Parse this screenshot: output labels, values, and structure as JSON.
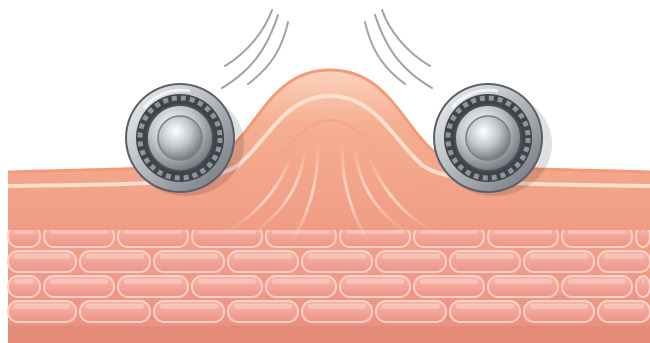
{
  "illustration": {
    "subject": "skin-lift-massage-rollers",
    "roller_count": 2,
    "cell_rows": 4
  },
  "colors": {
    "background": "#ffffff",
    "skin_surface": "#f2a383",
    "skin_highlight": "#fbd7c2",
    "skin_layer": "#f3a68c",
    "cell_fill": "#f1a095",
    "cell_border": "#ffd0c6",
    "cell_mortar": "#e3857a",
    "roller_metal": "#c9ccd0",
    "roller_dark": "#51565c",
    "motion_lines": "#9ea2a6"
  }
}
